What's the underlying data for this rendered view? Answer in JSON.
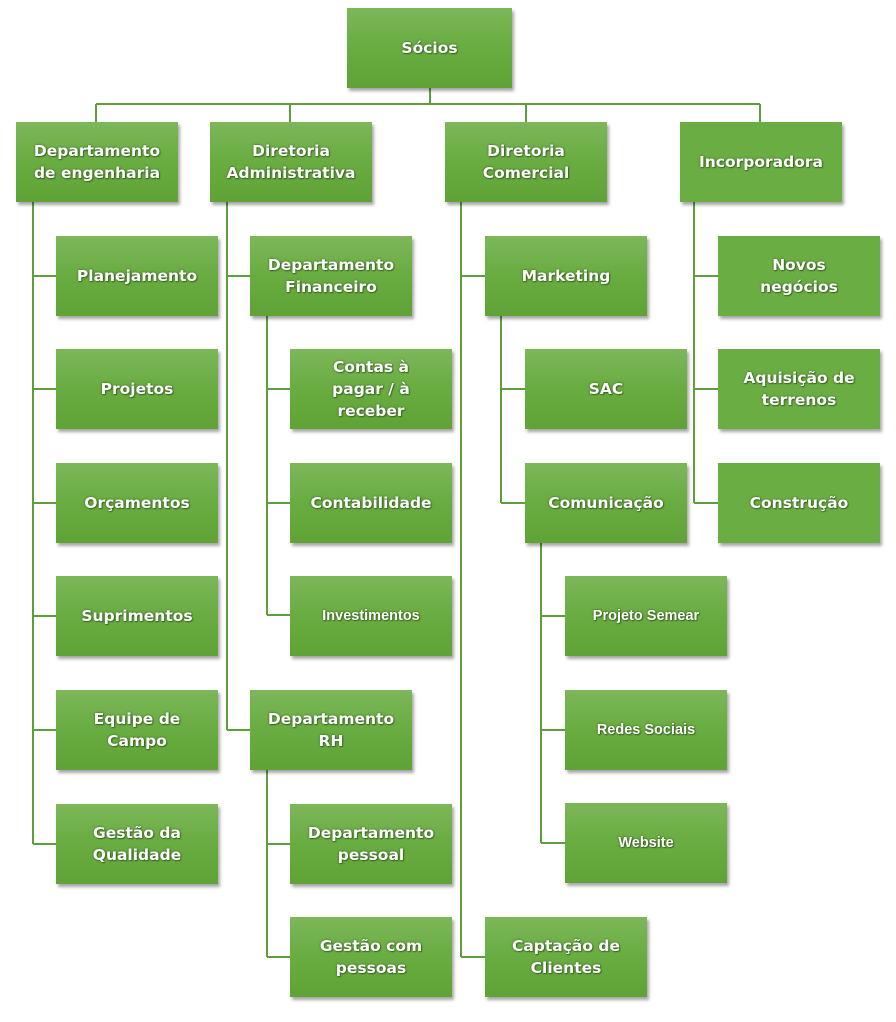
{
  "title": "Organograma",
  "colors": {
    "node_fill": "#6aad42",
    "connector": "#5e9e3f",
    "text": "#ffffff"
  },
  "root": {
    "id": "socios",
    "label": "Sócios"
  },
  "columns": [
    {
      "id": "engenharia",
      "label": "Departamento\nde engenharia",
      "children": [
        {
          "id": "planejamento",
          "label": "Planejamento"
        },
        {
          "id": "projetos",
          "label": "Projetos"
        },
        {
          "id": "orcamentos",
          "label": "Orçamentos"
        },
        {
          "id": "suprimentos",
          "label": "Suprimentos"
        },
        {
          "id": "equipe-campo",
          "label": "Equipe de\nCampo"
        },
        {
          "id": "gestao-qualidade",
          "label": "Gestão da\nQualidade"
        }
      ]
    },
    {
      "id": "administrativa",
      "label": "Diretoria\nAdministrativa",
      "children": [
        {
          "id": "financeiro",
          "label": "Departamento\nFinanceiro",
          "children": [
            {
              "id": "contas",
              "label": "Contas à\npagar / à\nreceber"
            },
            {
              "id": "contabilidade",
              "label": "Contabilidade"
            },
            {
              "id": "investimentos",
              "label": "Investimentos"
            }
          ]
        },
        {
          "id": "rh",
          "label": "Departamento\nRH",
          "children": [
            {
              "id": "pessoal",
              "label": "Departamento\npessoal"
            },
            {
              "id": "gestao-pessoas",
              "label": "Gestão com\npessoas"
            }
          ]
        }
      ]
    },
    {
      "id": "comercial",
      "label": "Diretoria\nComercial",
      "children": [
        {
          "id": "marketing",
          "label": "Marketing",
          "children": [
            {
              "id": "sac",
              "label": "SAC"
            },
            {
              "id": "comunicacao",
              "label": "Comunicação",
              "children": [
                {
                  "id": "semear",
                  "label": "Projeto Semear"
                },
                {
                  "id": "redes",
                  "label": "Redes Sociais"
                },
                {
                  "id": "website",
                  "label": "Website"
                }
              ]
            }
          ]
        },
        {
          "id": "captacao",
          "label": "Captação de\nClientes"
        }
      ]
    },
    {
      "id": "incorporadora",
      "label": "Incorporadora",
      "children": [
        {
          "id": "novos-negocios",
          "label": "Novos\nnegócios"
        },
        {
          "id": "aquisicao",
          "label": "Aquisição de\nterrenos"
        },
        {
          "id": "construcao",
          "label": "Construção"
        }
      ]
    }
  ]
}
